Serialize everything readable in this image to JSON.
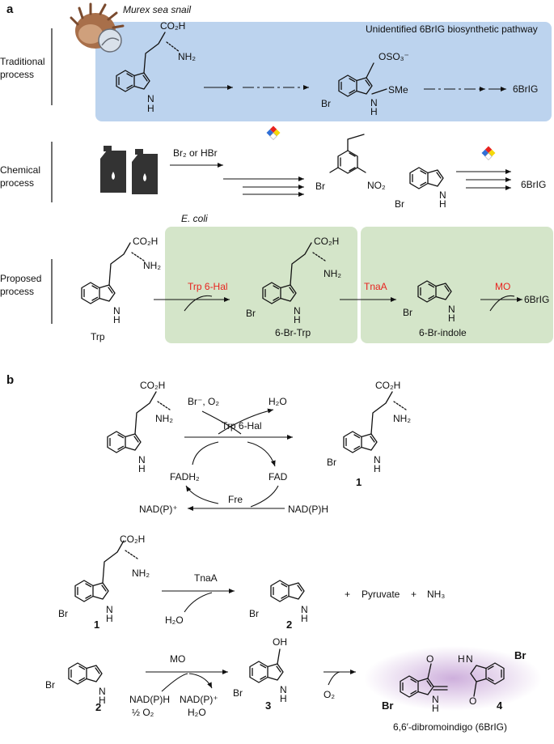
{
  "panel_a": {
    "label": "a",
    "traditional": {
      "row_label_1": "Traditional",
      "row_label_2": "process",
      "snail_caption": "Murex sea snail",
      "pathway_title": "Unidentified 6BrIG biosynthetic pathway",
      "co2h": "CO₂H",
      "nh2": "NH₂",
      "nh": "N",
      "h": "H",
      "oso3": "OSO₃⁻",
      "sme": "SMe",
      "br": "Br",
      "product": "6BrIG"
    },
    "chemical": {
      "row_label_1": "Chemical",
      "row_label_2": "process",
      "reagent": "Br₂ or HBr",
      "br": "Br",
      "no2": "NO₂",
      "nh": "N",
      "h": "H",
      "product": "6BrIG"
    },
    "proposed": {
      "row_label_1": "Proposed",
      "row_label_2": "process",
      "host": "E. coli",
      "co2h": "CO₂H",
      "nh2": "NH₂",
      "nh": "N",
      "h": "H",
      "br": "Br",
      "enzyme_1": "Trp 6-Hal",
      "enzyme_2": "TnaA",
      "enzyme_3": "MO",
      "compound_1": "Trp",
      "compound_2": "6-Br-Trp",
      "compound_3": "6-Br-indole",
      "product": "6BrIG"
    }
  },
  "panel_b": {
    "label": "b",
    "step1": {
      "co2h": "CO₂H",
      "nh2": "NH₂",
      "nh": "N",
      "h": "H",
      "cosub": "Br⁻, O₂",
      "water": "H₂O",
      "enzyme": "Trp 6-Hal",
      "fadh2": "FADH₂",
      "fad": "FAD",
      "fre": "Fre",
      "nadp_plus": "NAD(P)⁺",
      "nadph": "NAD(P)H",
      "br": "Br",
      "num": "1"
    },
    "step2": {
      "co2h": "CO₂H",
      "nh2": "NH₂",
      "nh": "N",
      "h": "H",
      "br": "Br",
      "num_in": "1",
      "enzyme": "TnaA",
      "water": "H₂O",
      "num_out": "2",
      "plus": "+",
      "pyruvate": "Pyruvate",
      "nh3": "NH₃"
    },
    "step3": {
      "br": "Br",
      "nh": "N",
      "h": "H",
      "num_in": "2",
      "enzyme": "MO",
      "nadph": "NAD(P)H",
      "half_o2": "½ O₂",
      "nadp_plus": "NAD(P)⁺",
      "water": "H₂O",
      "oh": "OH",
      "num_mid": "3",
      "o2": "O₂",
      "o": "O",
      "nh_label": "H",
      "n": "N",
      "num_out": "4",
      "product_name": "6,6′-dibromoindigo (6BrIG)"
    }
  },
  "colors": {
    "blue_box": "#bcd3ee",
    "green_box": "#d4e5c9",
    "enzyme_red": "#e8231f",
    "indigo_glow": "#c8a6d8"
  },
  "icons": [
    "snail-icon",
    "fuel-can-icon",
    "hazard-diamond-icon"
  ]
}
